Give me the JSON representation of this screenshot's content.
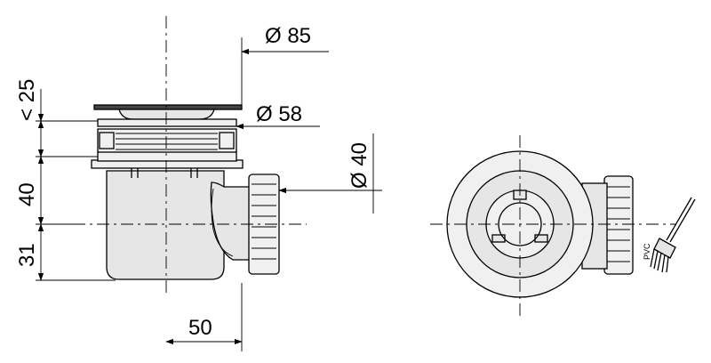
{
  "dimensions": {
    "outer_diameter": "Ø 85",
    "inner_diameter": "Ø 58",
    "outlet_diameter": "Ø 40",
    "height_upper": "< 25",
    "height_middle": "40",
    "height_lower": "31",
    "outlet_offset": "50"
  },
  "material_tag": "PVC",
  "colors": {
    "line": "#000000",
    "body": "#e6e6e6",
    "cap": "#444444"
  }
}
